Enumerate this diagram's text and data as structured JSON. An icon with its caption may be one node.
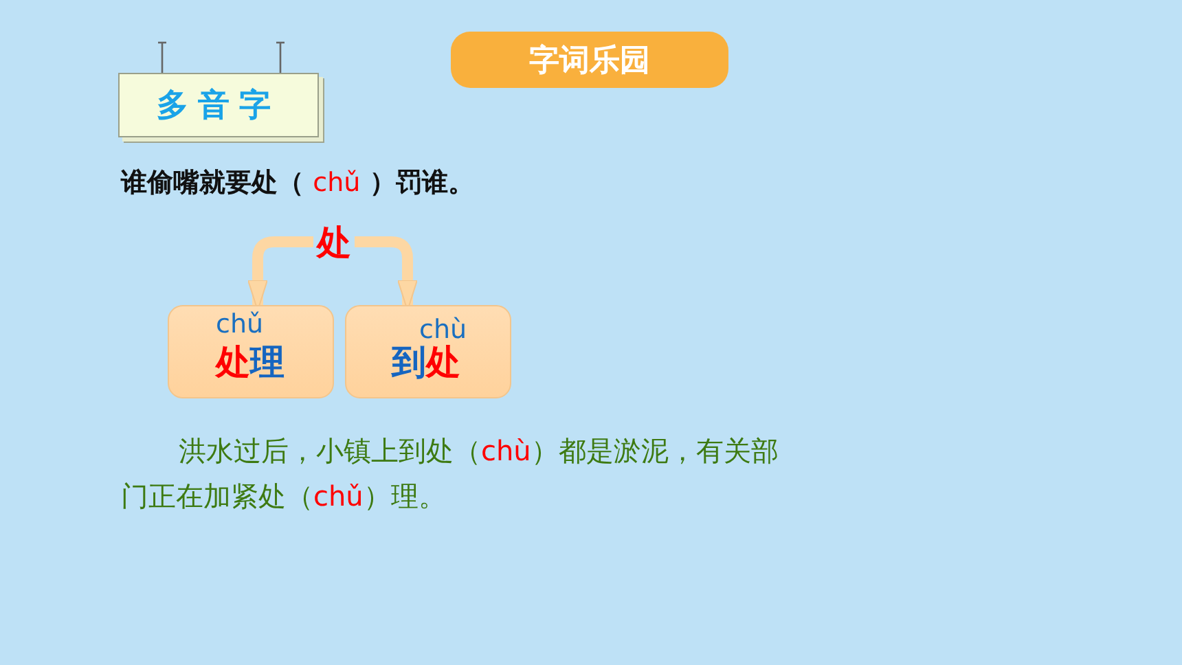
{
  "diagram": {
    "nodes": [
      {
        "text": [
          "处"
        ]
      },
      {
        "text": [
          "chǔ",
          "处理"
        ]
      },
      {
        "text": [
          "chù",
          "到处"
        ]
      }
    ],
    "edges": [
      {
        "from": 0,
        "to": 1,
        "arrow": "to"
      },
      {
        "from": 0,
        "to": 2,
        "arrow": "to"
      }
    ],
    "labels": [
      "字词乐园",
      "多音字",
      "谁偷嘴就要处（ chǔ ）罚谁。",
      "洪水过后，小镇上到处（chù）都是淤泥，有关部门正在加紧处（chǔ）理。"
    ]
  }
}
